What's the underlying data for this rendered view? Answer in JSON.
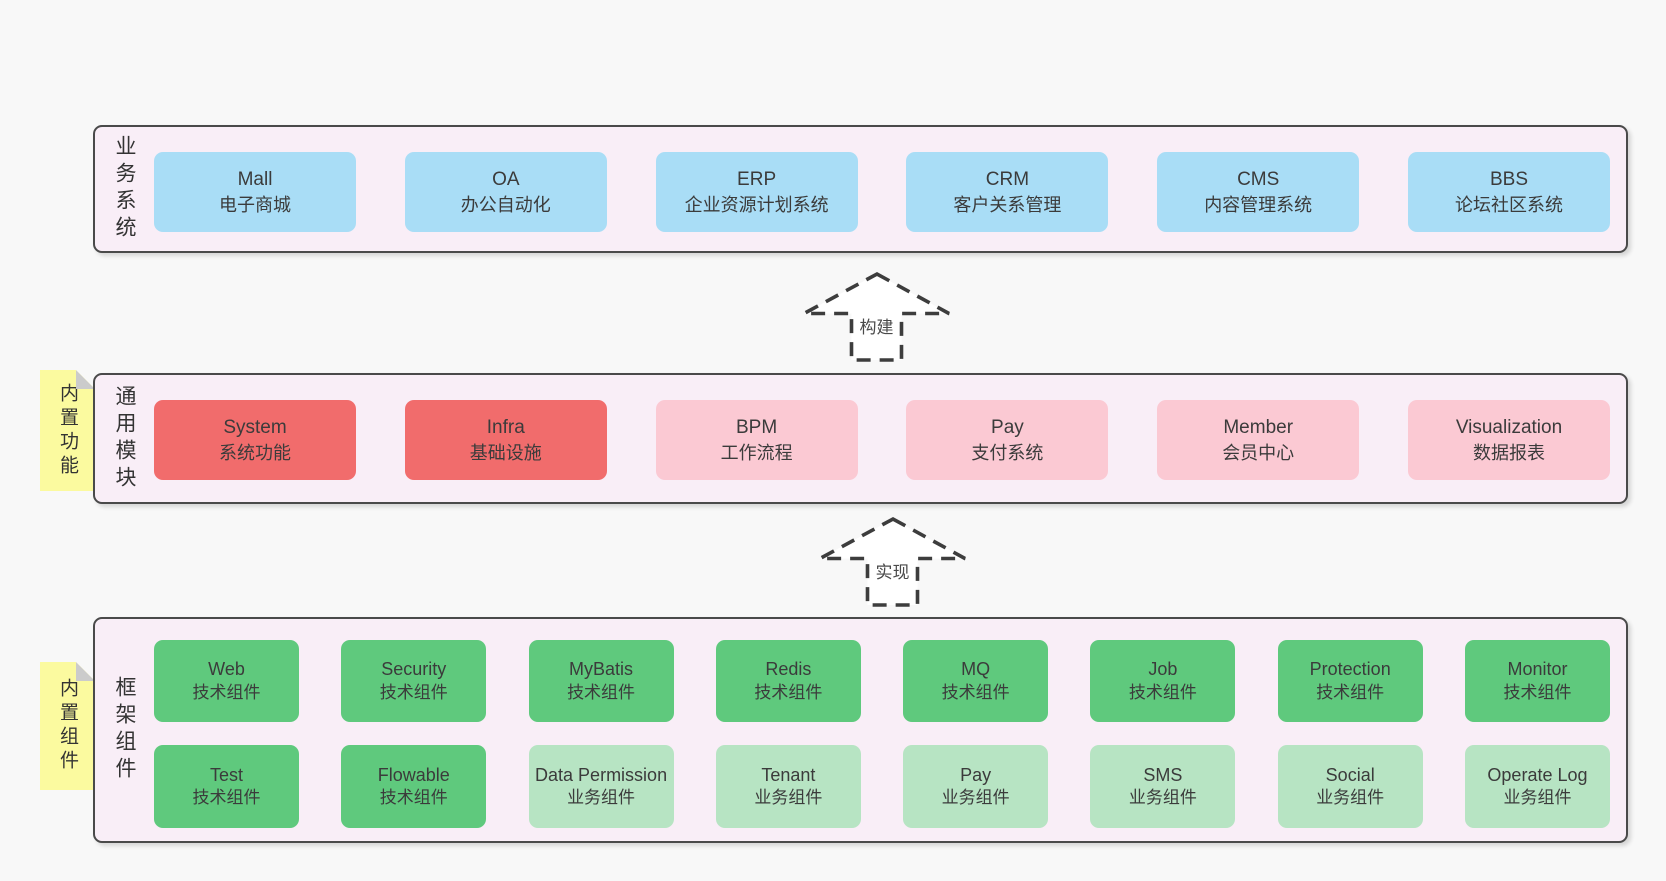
{
  "palette": {
    "page_background": "#f8f8f8",
    "container_fill": "#f9eef7",
    "container_border": "#4a4a4a",
    "box_blue": "#a9ddf6",
    "box_red": "#f16c6c",
    "box_pink": "#fbc9d3",
    "box_green": "#5fc97d",
    "box_green_light": "#b7e4c3",
    "note_yellow": "#fbfa9f",
    "note_fold_gray": "#cbcbcb",
    "text": "#3b3b3b"
  },
  "layers": [
    {
      "id": "business",
      "label": "业务系统",
      "items": [
        {
          "en": "Mall",
          "zh": "电子商城",
          "type": "blue"
        },
        {
          "en": "OA",
          "zh": "办公自动化",
          "type": "blue"
        },
        {
          "en": "ERP",
          "zh": "企业资源计划系统",
          "type": "blue"
        },
        {
          "en": "CRM",
          "zh": "客户关系管理",
          "type": "blue"
        },
        {
          "en": "CMS",
          "zh": "内容管理系统",
          "type": "blue"
        },
        {
          "en": "BBS",
          "zh": "论坛社区系统",
          "type": "blue"
        }
      ]
    },
    {
      "id": "modules",
      "label": "通用模块",
      "note": "内置功能",
      "items": [
        {
          "en": "System",
          "zh": "系统功能",
          "type": "red"
        },
        {
          "en": "Infra",
          "zh": "基础设施",
          "type": "red"
        },
        {
          "en": "BPM",
          "zh": "工作流程",
          "type": "pink"
        },
        {
          "en": "Pay",
          "zh": "支付系统",
          "type": "pink"
        },
        {
          "en": "Member",
          "zh": "会员中心",
          "type": "pink"
        },
        {
          "en": "Visualization",
          "zh": "数据报表",
          "type": "pink"
        }
      ]
    },
    {
      "id": "components",
      "label": "框架组件",
      "note": "内置组件",
      "row1": [
        {
          "en": "Web",
          "zh": "技术组件",
          "type": "green"
        },
        {
          "en": "Security",
          "zh": "技术组件",
          "type": "green"
        },
        {
          "en": "MyBatis",
          "zh": "技术组件",
          "type": "green"
        },
        {
          "en": "Redis",
          "zh": "技术组件",
          "type": "green"
        },
        {
          "en": "MQ",
          "zh": "技术组件",
          "type": "green"
        },
        {
          "en": "Job",
          "zh": "技术组件",
          "type": "green"
        },
        {
          "en": "Protection",
          "zh": "技术组件",
          "type": "green"
        },
        {
          "en": "Monitor",
          "zh": "技术组件",
          "type": "green"
        }
      ],
      "row2": [
        {
          "en": "Test",
          "zh": "技术组件",
          "type": "green"
        },
        {
          "en": "Flowable",
          "zh": "技术组件",
          "type": "green"
        },
        {
          "en": "Data Permission",
          "zh": "业务组件",
          "type": "green-light"
        },
        {
          "en": "Tenant",
          "zh": "业务组件",
          "type": "green-light"
        },
        {
          "en": "Pay",
          "zh": "业务组件",
          "type": "green-light"
        },
        {
          "en": "SMS",
          "zh": "业务组件",
          "type": "green-light"
        },
        {
          "en": "Social",
          "zh": "业务组件",
          "type": "green-light"
        },
        {
          "en": "Operate Log",
          "zh": "业务组件",
          "type": "green-light"
        }
      ]
    }
  ],
  "arrows": [
    {
      "label": "构建"
    },
    {
      "label": "实现"
    }
  ]
}
